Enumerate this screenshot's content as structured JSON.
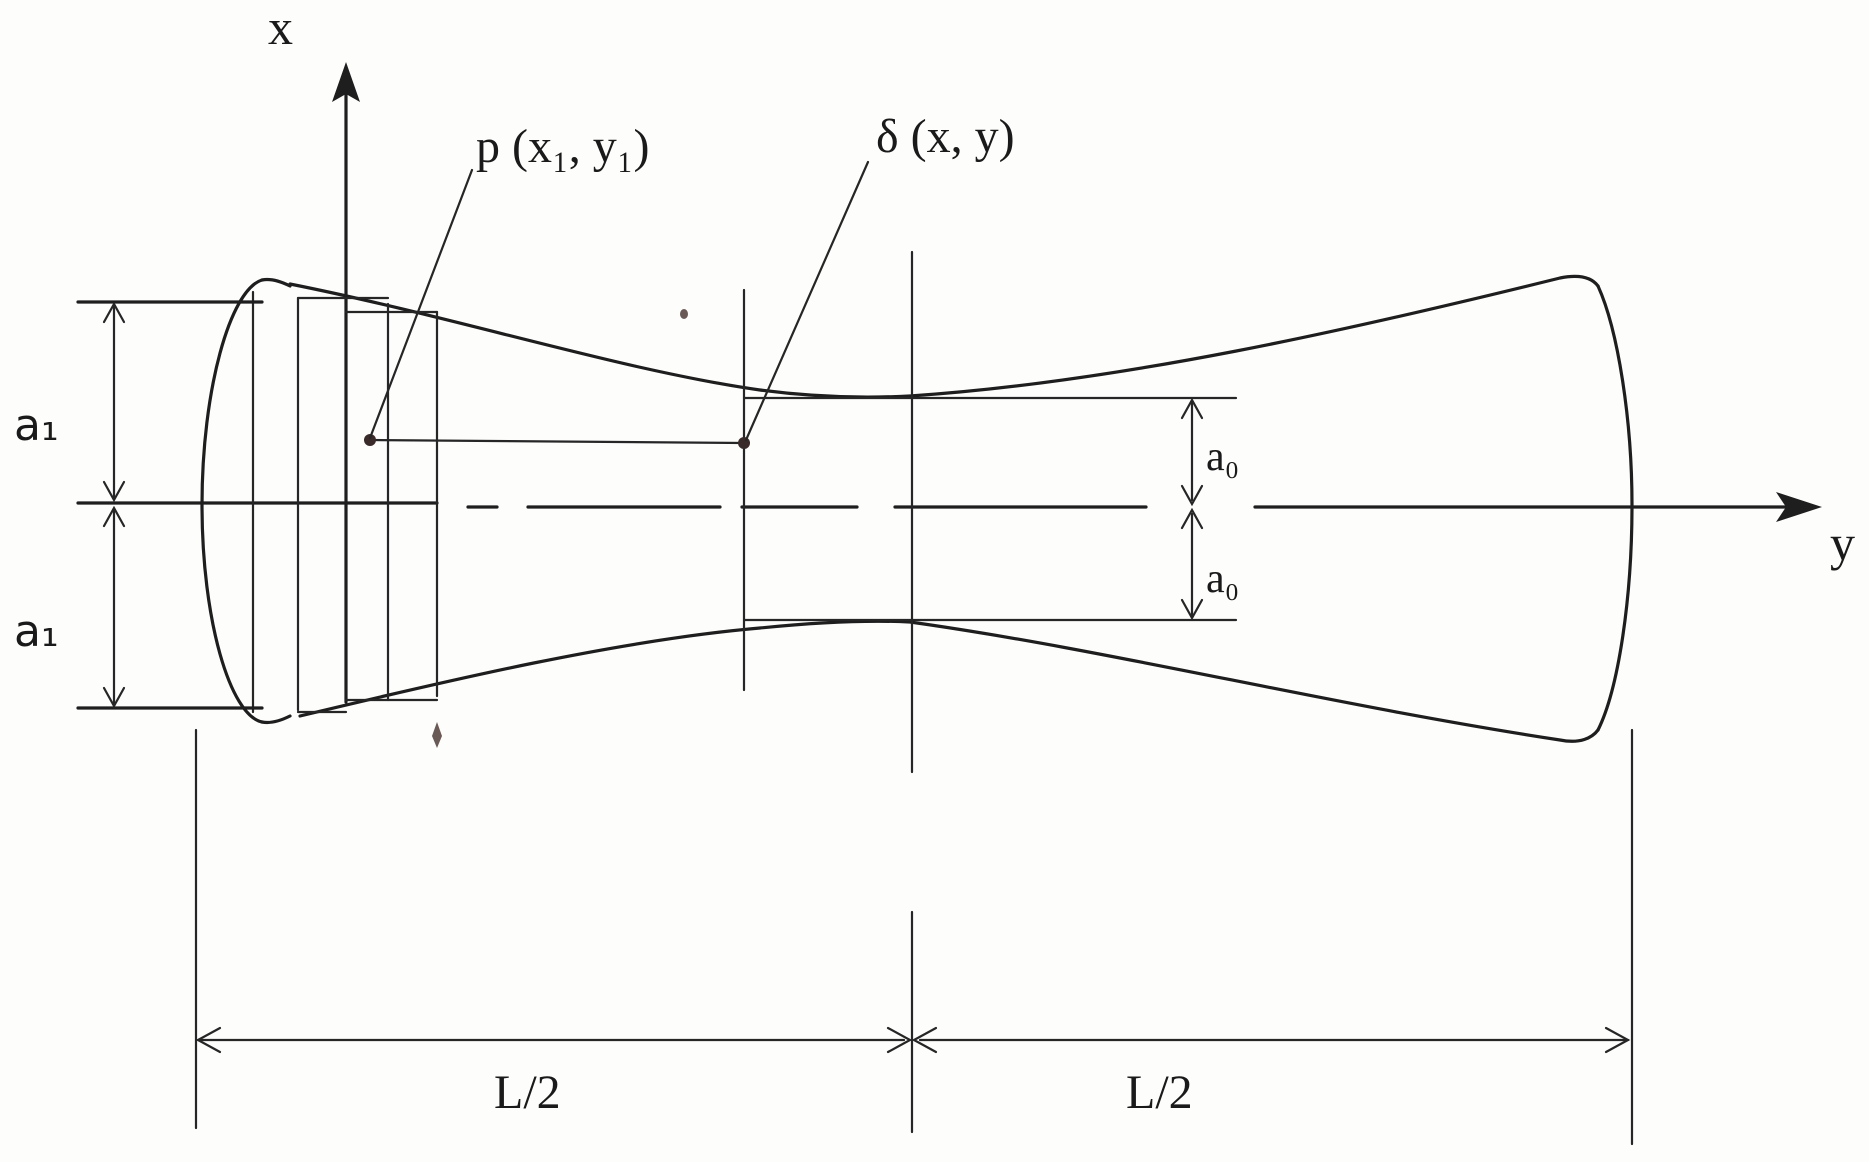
{
  "diagram": {
    "labels": {
      "x_axis": "x",
      "y_axis": "y",
      "point_p": "p (x₁, y₁)",
      "point_delta": "δ (x, y)",
      "a1_upper": "a₁",
      "a1_lower": "a₁",
      "a0_upper": "a₀",
      "a0_lower": "a₀",
      "half_length_left": "L/2",
      "half_length_right": "L/2"
    },
    "colors": {
      "ink": "#1e1e1e",
      "point": "#3a2a2a",
      "paper": "#fdfdfc"
    }
  }
}
